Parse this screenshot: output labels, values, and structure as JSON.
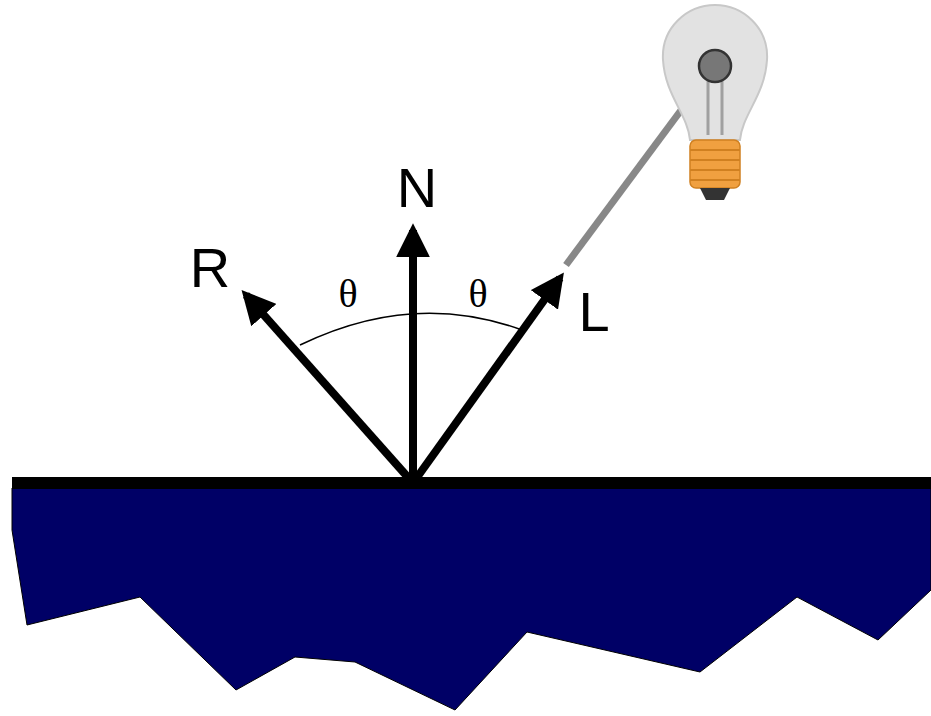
{
  "diagram": {
    "labels": [
      "R",
      "N",
      "θ",
      "θ",
      "L"
    ]
  }
}
